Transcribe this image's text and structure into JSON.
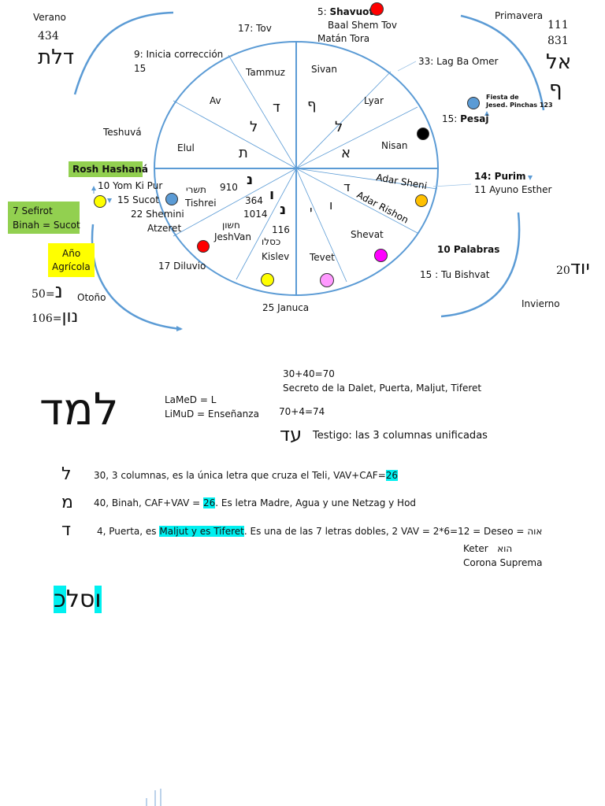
{
  "seasons": {
    "verano": "Verano",
    "primavera": "Primavera",
    "otono": "Otoño",
    "invierno": "Invierno"
  },
  "corners": {
    "verano_num": "434",
    "verano_heb": "דלת",
    "primavera_num1": "111",
    "primavera_num2": "831",
    "primavera_heb1": "אל",
    "primavera_heb2": "ף",
    "otono_n1": "50=",
    "otono_heb1": "נ",
    "otono_n2": "106=",
    "otono_heb2": "נון",
    "invierno_heb": "יוד",
    "invierno_num": "20"
  },
  "wheel_months": {
    "tammuz": "Tammuz",
    "sivan": "Sivan",
    "av": "Av",
    "lyar": "Lyar",
    "elul": "Elul",
    "nisan": "Nisan",
    "adar_sheni": "Adar Sheni",
    "adar_rishon": "Adar Rishon",
    "shevat": "Shevat",
    "tevet": "Tevet",
    "kislev": "Kislev",
    "kislev_heb": "כסלו",
    "jeshvan": "JeshVan",
    "jeshvan_heb": "חשון",
    "tishrei": "Tishrei",
    "tishrei_heb": "תשרי"
  },
  "wheel_letters": {
    "tammuz": "ד",
    "sivan": "ף",
    "av": "ל",
    "lyar": "ל",
    "elul": "ת",
    "nisan": "א",
    "tishrei": "נ",
    "jeshvan_a": "ו",
    "jeshvan_b": "נ",
    "adar": "ד",
    "shevat": "ו",
    "kislev": "י"
  },
  "wheel_numbers": {
    "n910": "910",
    "n364": "364",
    "n1014": "1014",
    "n116": "116"
  },
  "events": {
    "tov": "17: Tov",
    "shavuot_num": "5: ",
    "shavuot_bold": "Shavuot",
    "baal": "Baal Shem Tov",
    "matan": "Matán Tora",
    "inicia1": "9: Inicia corrección",
    "inicia2": "15",
    "lag": "33: Lag Ba Omer",
    "fiesta1": "Fiesta de",
    "fiesta2": "Jesed. Pinchas 123",
    "pesaj_num": "15: ",
    "pesaj_bold": "Pesaj",
    "teshuva": "Teshuvá",
    "rosh": "Rosh Hashaná",
    "yom": "10 Yom Ki Pur",
    "sucot": "15 Sucot",
    "shemini1": "22 Shemini",
    "shemini2": "Atzeret",
    "sefirot1": "7 Sefirot",
    "sefirot2": "Binah = Sucot",
    "agricola1": "Año",
    "agricola2": "Agrícola",
    "diluvio": "17 Diluvio",
    "januca": "25 Januca",
    "purim_bold": "14: Purim",
    "ayuno": "11 Ayuno Esther",
    "palabras": "10 Palabras",
    "bishvat": "15 : Tu Bishvat"
  },
  "lamed": {
    "big": "למד",
    "l1": "LaMeD = L",
    "l2": "LiMuD = Enseñanza",
    "s1": "30+40=70",
    "s2": "Secreto de la Dalet, Puerta, Maljut, Tiferet",
    "s3": "70+4=74",
    "ed": "עד",
    "testigo": "Testigo: las 3 columnas unificadas"
  },
  "letters": [
    {
      "heb": "ל",
      "pre": "30, 3 columnas, es la única letra que cruza el Teli, VAV+CAF=",
      "hl": "26",
      "post": ""
    },
    {
      "heb": "מ",
      "pre": "40, Binah, CAF+VAV = ",
      "hl": "26",
      "post": ". Es letra Madre, Agua y une Netzag y Hod"
    },
    {
      "heb": "ד",
      "pre": "4, Puerta, es ",
      "hl": "Maljut y es Tiferet",
      "post": ". Es una de las 7 letras dobles, 2 VAV = 2*6=12 = Deseo = אוה"
    }
  ],
  "keter": {
    "k1": "Keter",
    "k1heb": "הוא",
    "k2": "Corona Suprema"
  },
  "kislev_word": {
    "a": "כ",
    "b": "סל",
    "c": "ו"
  },
  "colors": {
    "wheel_line": "#5b9bd5",
    "highlight": "#00f0f0",
    "green_box": "#92d050",
    "yellow_box": "#ffff00"
  }
}
